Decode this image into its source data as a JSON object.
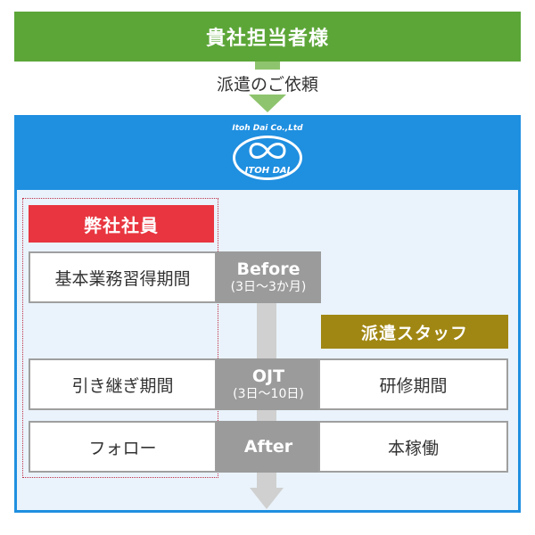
{
  "top_banner": {
    "label": "貴社担当者様"
  },
  "request": {
    "label": "派遣のご依頼"
  },
  "logo": {
    "company_text": "Itoh Dai Co.,Ltd",
    "name_text": "ITOH DAI"
  },
  "employee": {
    "header": "弊社社員",
    "rows": [
      "基本業務習得期間",
      "引き継ぎ期間",
      "フォロー"
    ]
  },
  "phases": [
    {
      "title": "Before",
      "sub": "(3日〜3か月)"
    },
    {
      "title": "OJT",
      "sub": "(3日〜10日)"
    },
    {
      "title": "After",
      "sub": ""
    }
  ],
  "staff": {
    "header": "派遣スタッフ",
    "rows": [
      "研修期間",
      "本稼働"
    ]
  },
  "colors": {
    "client_green": "#5ca638",
    "company_blue": "#1f8fe0",
    "employee_red": "#e8353f",
    "staff_gold": "#a08713",
    "phase_gray": "#9b9b9b"
  }
}
